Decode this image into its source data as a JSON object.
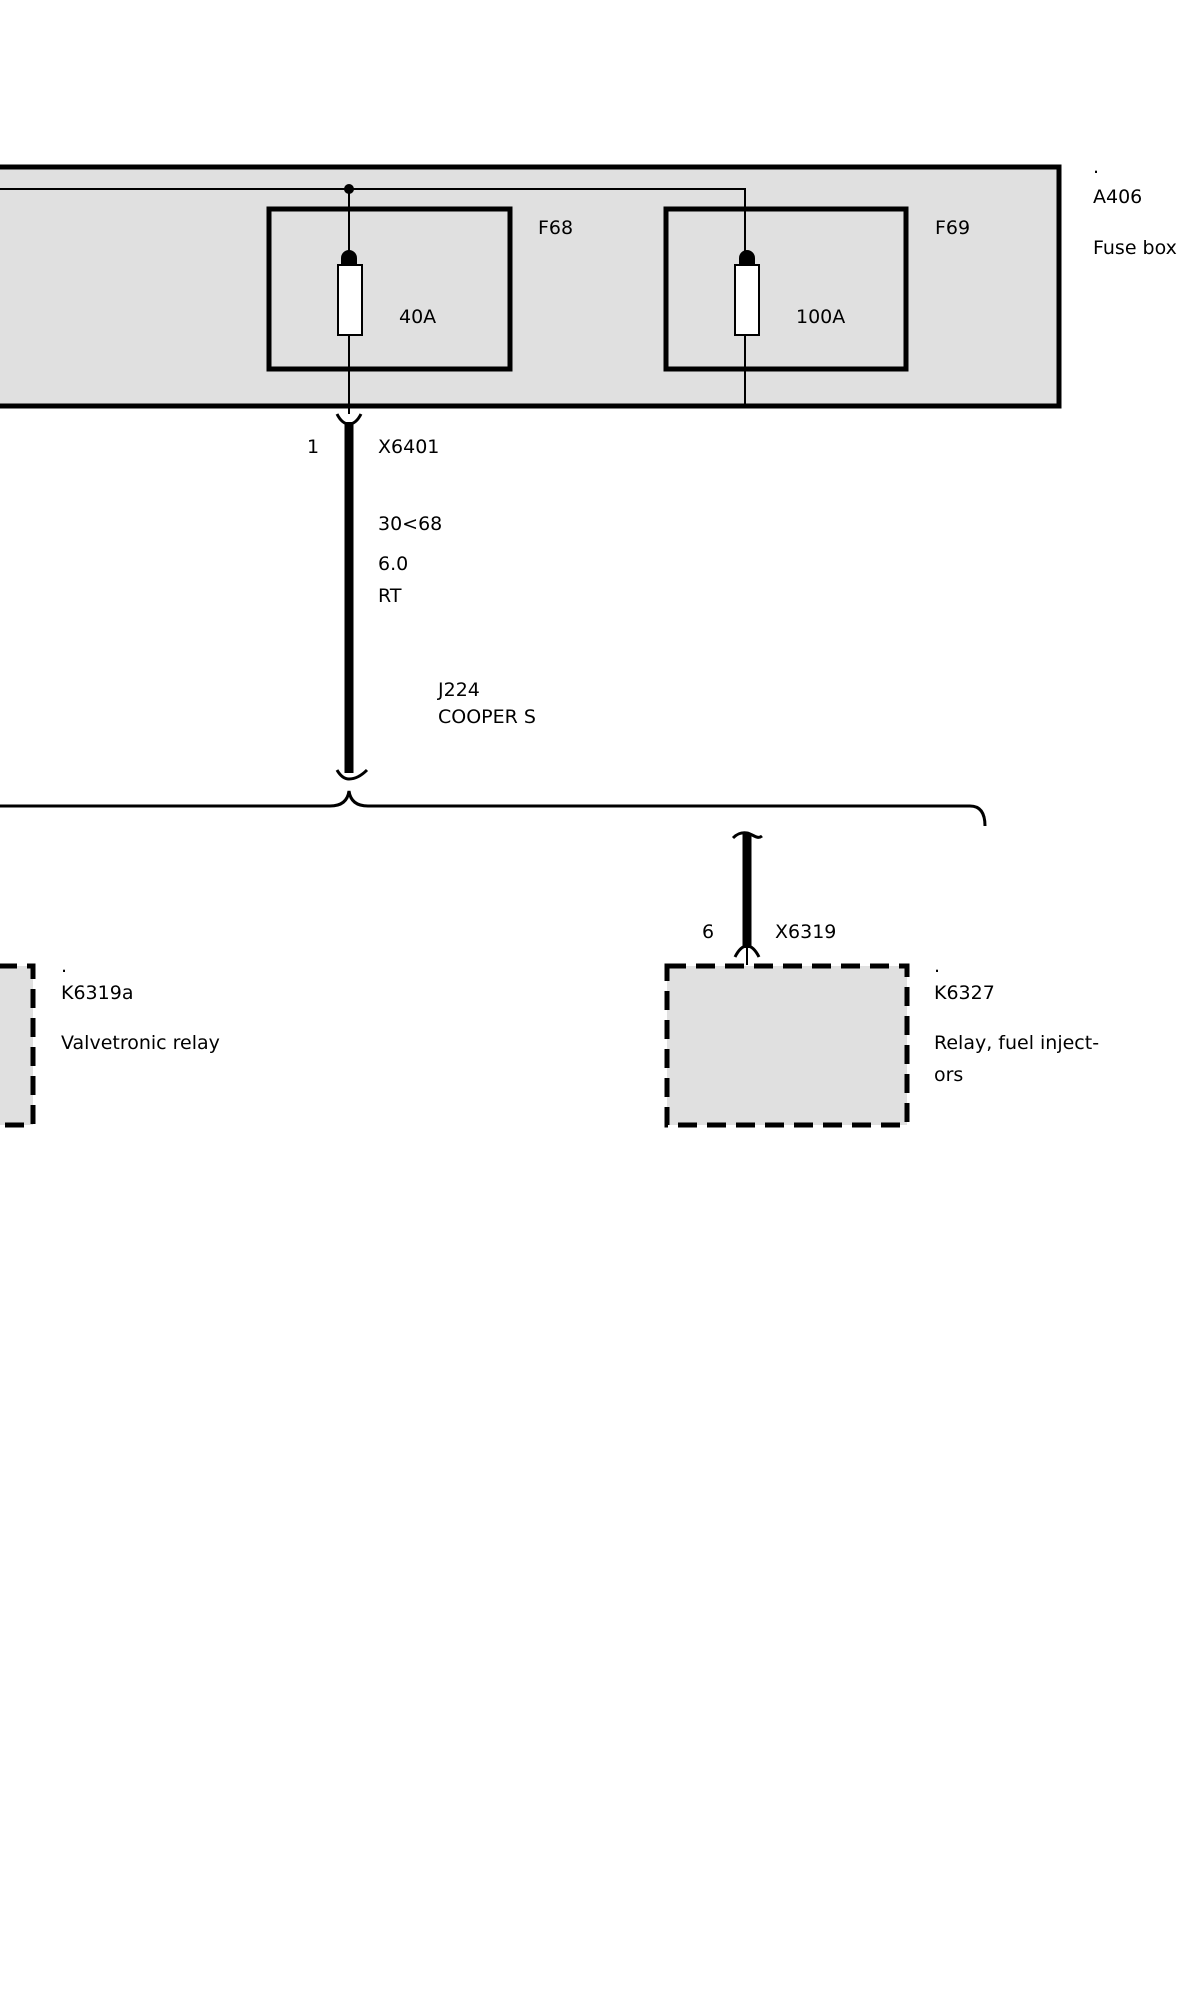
{
  "colors": {
    "line": "#000000",
    "component_fill": "#e0e0e0",
    "background": "#ffffff"
  },
  "fuse_box": {
    "dot": ".",
    "id": "A406",
    "name": "Fuse box",
    "fuses": [
      {
        "id": "F68",
        "rating": "40A"
      },
      {
        "id": "F69",
        "rating": "100A"
      }
    ]
  },
  "connector_top": {
    "pin": "1",
    "id": "X6401"
  },
  "wire": {
    "circuit": "30<68",
    "cross_section": "6.0",
    "color_code": "RT"
  },
  "variant": {
    "code": "J224",
    "model": "COOPER S"
  },
  "connector_bottom": {
    "pin": "6",
    "id": "X6319"
  },
  "relay_left": {
    "dot": ".",
    "id": "K6319a",
    "name": "Valvetronic relay"
  },
  "relay_right": {
    "dot": ".",
    "id": "K6327",
    "name_line1": "Relay, fuel inject-",
    "name_line2": "ors"
  }
}
